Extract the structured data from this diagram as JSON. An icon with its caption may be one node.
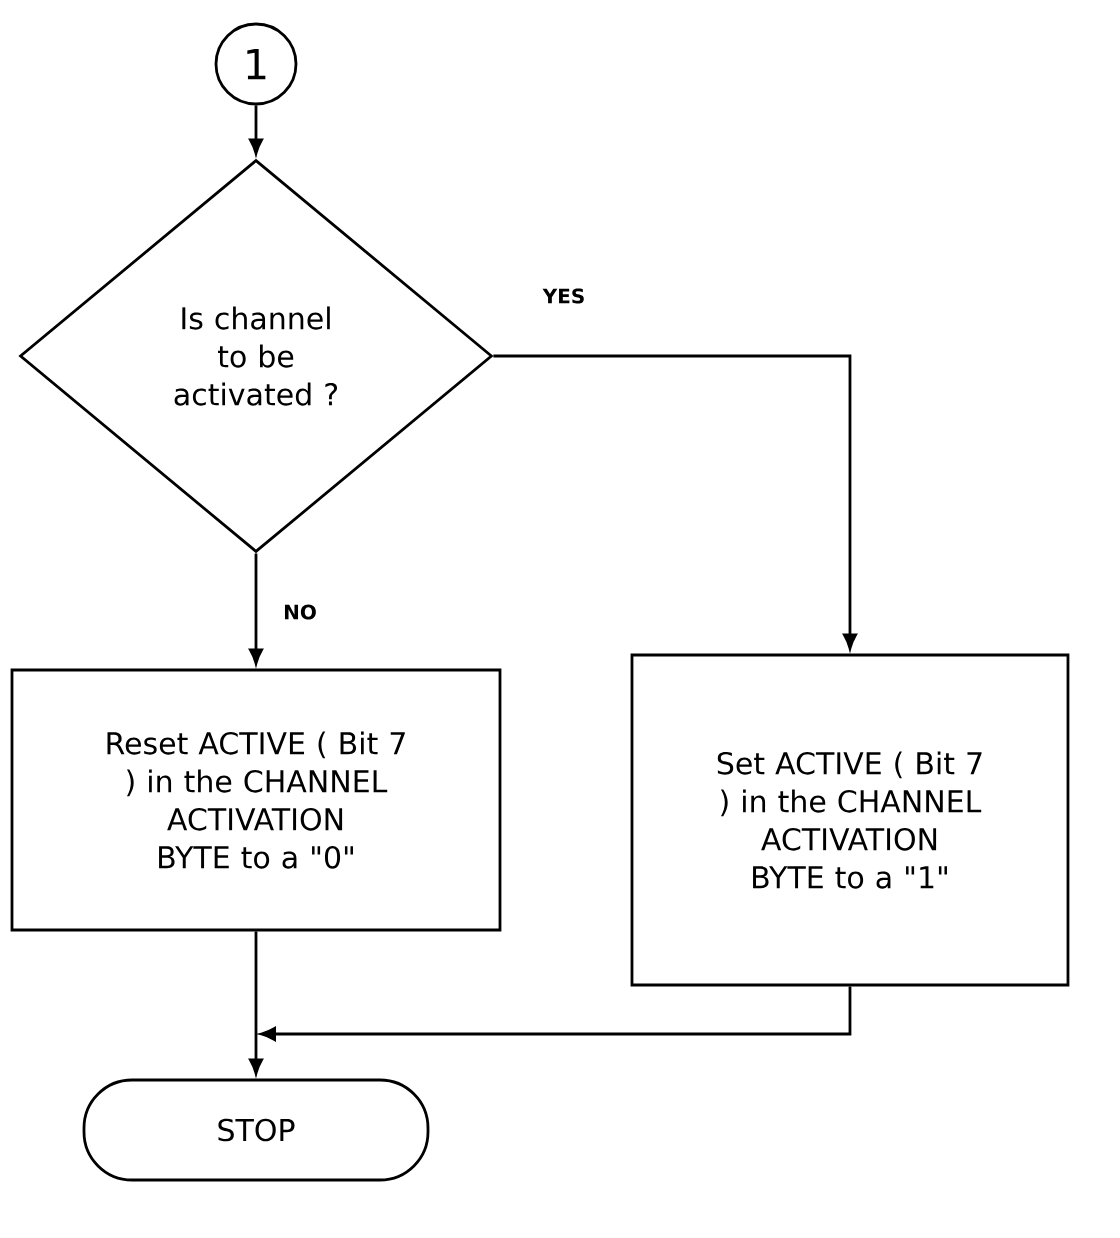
{
  "diagram": {
    "nodes": [
      {
        "text": [
          "1"
        ]
      },
      {
        "text": [
          "Is channel to be activated ?"
        ]
      },
      {
        "text": [
          "Reset ACTIVE ( Bit 7 ) in the CHANNEL ACTIVATION BYTE to a \"0\""
        ]
      },
      {
        "text": [
          "Set ACTIVE ( Bit 7 ) in the CHANNEL ACTIVATION BYTE to a \"1\""
        ]
      },
      {
        "text": [
          "STOP"
        ]
      }
    ],
    "edges": [
      {
        "from": 0,
        "to": 1,
        "arrow": "to"
      },
      {
        "from": 1,
        "to": 2,
        "arrow": "to",
        "label": "NO"
      },
      {
        "from": 1,
        "to": 3,
        "arrow": "to",
        "label": "YES"
      },
      {
        "from": 2,
        "to": 4,
        "arrow": "to"
      },
      {
        "from": 3,
        "to": 4,
        "arrow": "to"
      }
    ]
  }
}
